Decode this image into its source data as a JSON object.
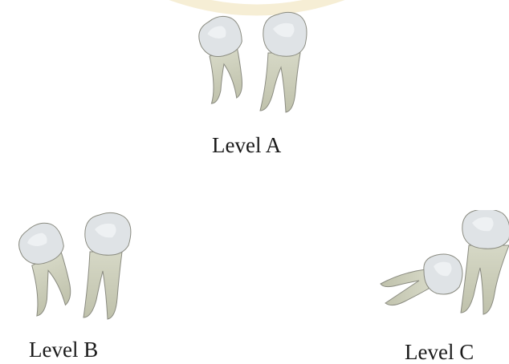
{
  "levels": [
    {
      "id": "A",
      "label": "Level A"
    },
    {
      "id": "B",
      "label": "Level B"
    },
    {
      "id": "C",
      "label": "Level C"
    }
  ],
  "colors": {
    "crown": "#d9dde0",
    "crown_highlight": "#eef1f3",
    "root": "#cfd0bf",
    "root_shade": "#b9bba6",
    "outline": "#8a8b80",
    "watermark": "#e8d08a"
  }
}
